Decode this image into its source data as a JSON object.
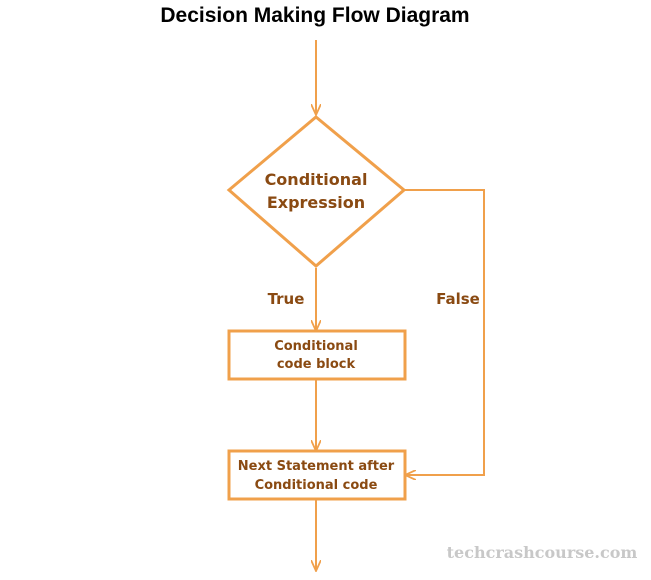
{
  "title": "Decision Making Flow Diagram",
  "colors": {
    "stroke": "#f0a04b",
    "text": "#8a4a12",
    "watermark": "#c8c8c8"
  },
  "nodes": {
    "decision": {
      "line1": "Conditional",
      "line2": "Expression"
    },
    "block": {
      "line1": "Conditional",
      "line2": "code block"
    },
    "next": {
      "line1": "Next Statement after",
      "line2": "Conditional code"
    }
  },
  "edges": {
    "true_label": "True",
    "false_label": "False"
  },
  "watermark": "techcrashcourse.com"
}
